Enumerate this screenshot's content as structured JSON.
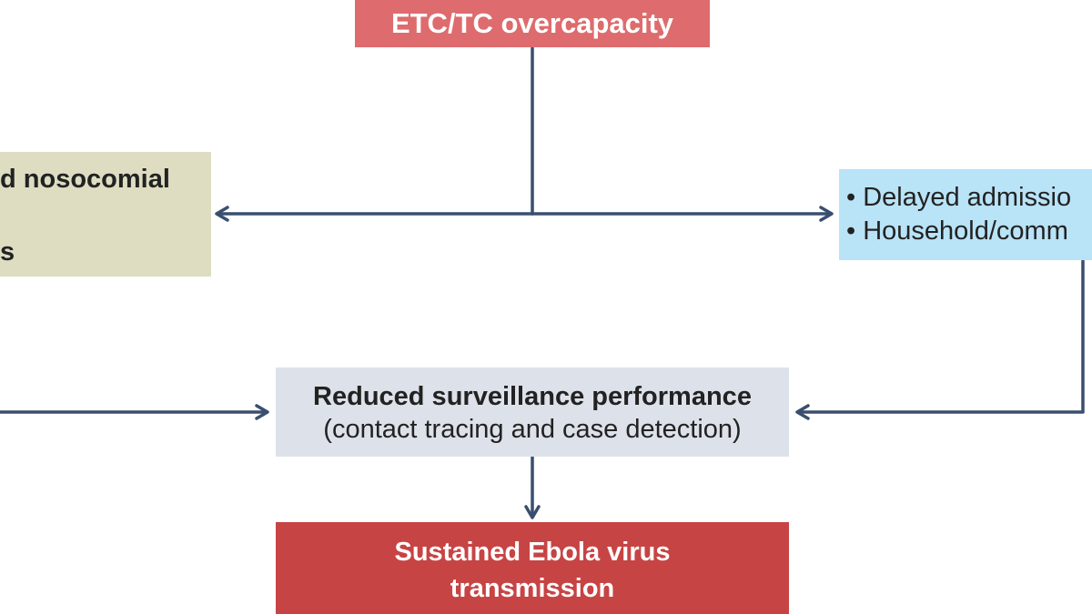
{
  "colors": {
    "top_box": "#de6b6d",
    "left_box": "#deddc2",
    "right_box": "#b9e3f7",
    "mid_box": "#dde2ea",
    "bottom_box": "#c74444",
    "connector": "#3a4f6f"
  },
  "diagram": {
    "top_box": {
      "label": "ETC/TC overcapacity"
    },
    "left_box": {
      "line1": "d nosocomial",
      "line2": "s"
    },
    "right_box": {
      "line1": "• Delayed admissio",
      "line2": "• Household/comm"
    },
    "mid_box": {
      "line1": "Reduced surveillance performance",
      "line2": "(contact tracing and case detection)"
    },
    "bottom_box": {
      "line1": "Sustained Ebola virus",
      "line2": "transmission"
    }
  }
}
